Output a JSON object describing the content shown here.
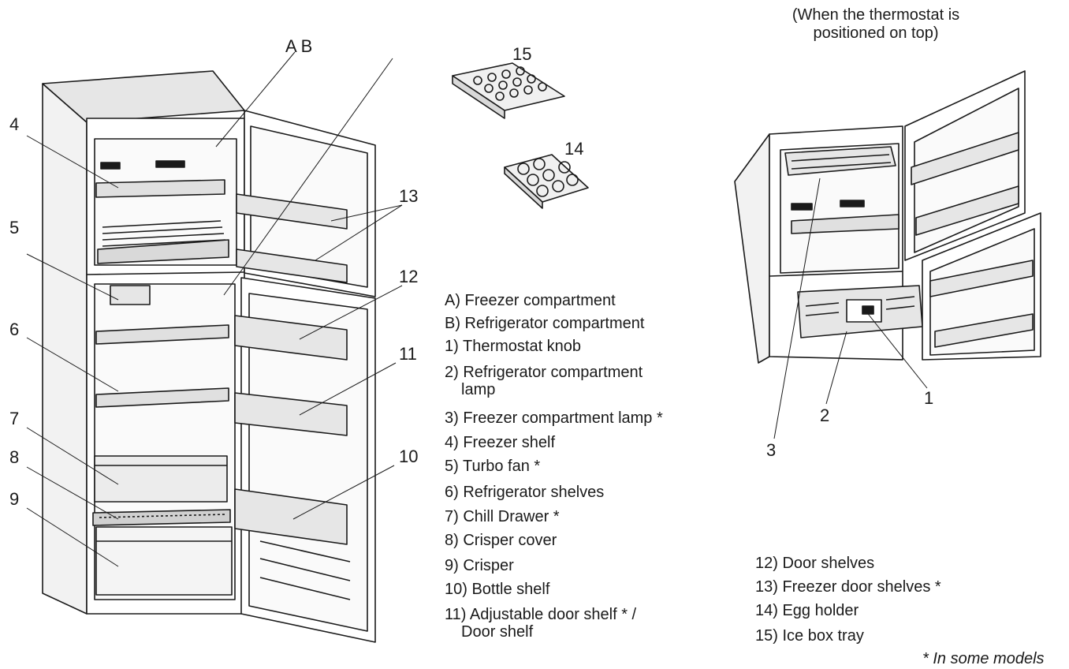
{
  "caption": {
    "line1": "(When the thermostat is",
    "line2": "positioned on top)"
  },
  "callouts": {
    "ab": "A B",
    "n1": "1",
    "n2": "2",
    "n3": "3",
    "n4": "4",
    "n5": "5",
    "n6": "6",
    "n7": "7",
    "n8": "8",
    "n9": "9",
    "n10": "10",
    "n11": "11",
    "n12": "12",
    "n13": "13",
    "n14": "14",
    "n15": "15"
  },
  "legend_left": [
    {
      "line1": "A) Freezer compartment"
    },
    {
      "line1": "B) Refrigerator compartment"
    },
    {
      "line1": "1) Thermostat knob"
    },
    {
      "line1": "2) Refrigerator compartment",
      "line2": "lamp"
    },
    {
      "line1": "3) Freezer compartment lamp *"
    },
    {
      "line1": "4) Freezer shelf"
    },
    {
      "line1": "5) Turbo fan *"
    },
    {
      "line1": "6) Refrigerator shelves"
    },
    {
      "line1": "7) Chill Drawer *"
    },
    {
      "line1": "8) Crisper cover"
    },
    {
      "line1": "9) Crisper"
    },
    {
      "line1": "10) Bottle shelf"
    },
    {
      "line1": "11) Adjustable door shelf * /",
      "line2": "Door shelf"
    }
  ],
  "legend_right": [
    {
      "line1": "12) Door shelves"
    },
    {
      "line1": "13) Freezer door shelves *"
    },
    {
      "line1": "14) Egg holder"
    },
    {
      "line1": "15) Ice box tray"
    }
  ],
  "footnote": "* In some models",
  "colors": {
    "line": "#1a1a1a",
    "shade": "#d9d9d9",
    "light": "#f2f2f2"
  }
}
